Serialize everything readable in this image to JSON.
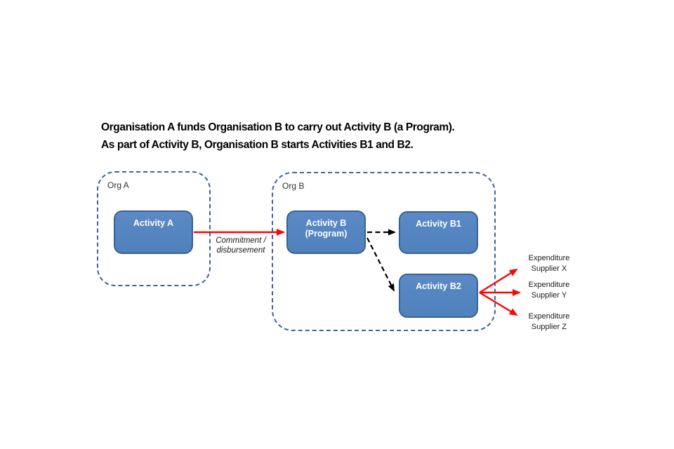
{
  "colors": {
    "canvas_bg": "#FFFFFF",
    "title_text": "#000000",
    "node_fill": "#4F81BD",
    "node_fill_top": "#5B8AC6",
    "node_border": "#3A6191",
    "node_text": "#FFFFFF",
    "group_border": "#41629A",
    "group_label_text": "#2F2F2F",
    "arrow_red": "#FB0505",
    "arrow_black": "#000000",
    "label_text": "#1A1A1A"
  },
  "title": {
    "line1": "Organisation A funds Organisation B to carry out Activity B (a Program).",
    "line2": "As part of Activity B, Organisation B starts Activities B1 and B2."
  },
  "groups": {
    "org_a": {
      "label": "Org A"
    },
    "org_b": {
      "label": "Org B"
    }
  },
  "nodes": {
    "activity_a": {
      "label": "Activity A"
    },
    "activity_b": {
      "line1": "Activity B",
      "line2": "(Program)"
    },
    "activity_b1": {
      "label": "Activity B1"
    },
    "activity_b2": {
      "label": "Activity B2"
    }
  },
  "edges": {
    "commitment": {
      "line1": "Commitment /",
      "line2": "disbursement"
    }
  },
  "expenditures": [
    {
      "line1": "Expenditure",
      "line2": "Supplier X"
    },
    {
      "line1": "Expenditure",
      "line2": "Supplier Y"
    },
    {
      "line1": "Expenditure",
      "line2": "Supplier Z"
    }
  ]
}
